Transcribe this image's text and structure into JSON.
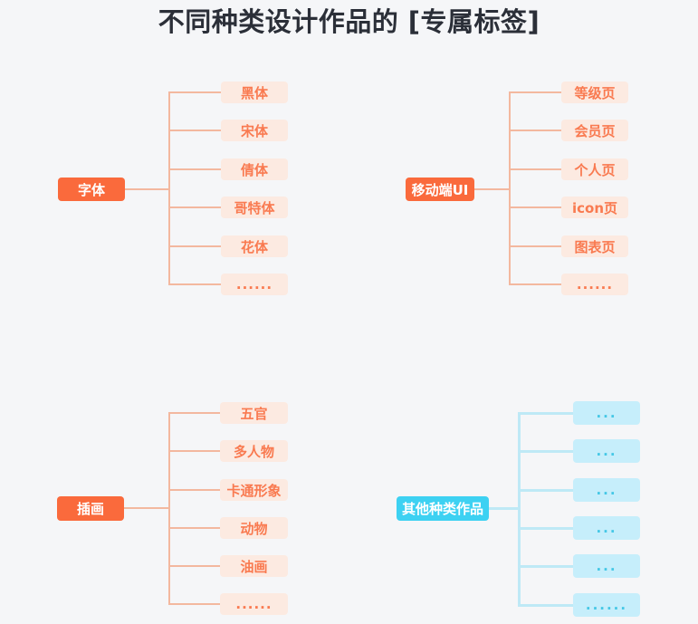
{
  "title": "不同种类设计作品的 [专属标签]",
  "theme": {
    "background": "#F5F6F8",
    "title_color": "#2B2F38",
    "orange": {
      "root_bg": "#FA6A3C",
      "root_text": "#FFFFFF",
      "child_bg": "#FCEAE1",
      "child_text": "#F97A50",
      "line": "#F3B89F"
    },
    "cyan": {
      "root_bg": "#3DD1F2",
      "root_text": "#FFFFFF",
      "child_bg": "#C6EEFB",
      "child_text": "#45C8E6",
      "line": "#BEE9F6"
    }
  },
  "trees": [
    {
      "root": "字体",
      "children": [
        "黑体",
        "宋体",
        "倩体",
        "哥特体",
        "花体",
        "......"
      ]
    },
    {
      "root": "移动端UI",
      "children": [
        "等级页",
        "会员页",
        "个人页",
        "icon页",
        "图表页",
        "......"
      ]
    },
    {
      "root": "插画",
      "children": [
        "五官",
        "多人物",
        "卡通形象",
        "动物",
        "油画",
        "......"
      ]
    },
    {
      "root": "其他种类作品",
      "children": [
        "...",
        "...",
        "...",
        "...",
        "...",
        "......"
      ]
    }
  ]
}
